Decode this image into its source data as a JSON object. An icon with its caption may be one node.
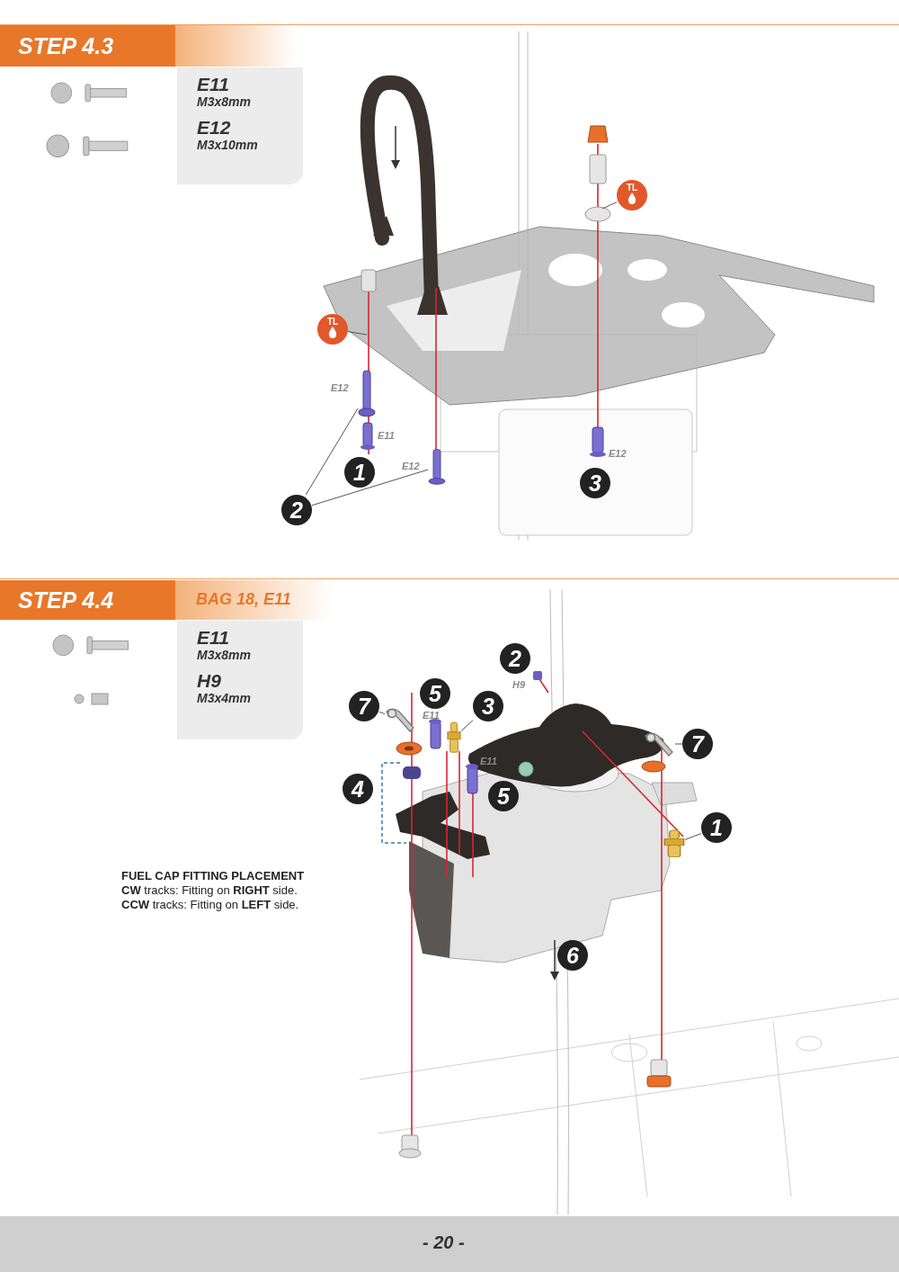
{
  "diagram": {
    "nodes": [
      {
        "text": [
          "STEP 4.3"
        ]
      },
      {
        "text": [
          "E11",
          "M3x8mm",
          "E12",
          "M3x10mm"
        ]
      },
      {
        "text": [
          "TL"
        ]
      },
      {
        "text": [
          "TL"
        ]
      },
      {
        "text": [
          "1"
        ]
      },
      {
        "text": [
          "2"
        ]
      },
      {
        "text": [
          "3"
        ]
      },
      {
        "text": [],
        "shape": "picture"
      },
      {
        "text": [],
        "shape": "picture"
      },
      {
        "text": [
          "STEP 4.4"
        ],
        "beside": [
          "BAG 18, E11"
        ]
      },
      {
        "text": [
          "E11",
          "M3x8mm",
          "H9",
          "M3x4mm"
        ]
      },
      {
        "text": [
          "2"
        ]
      },
      {
        "text": [
          "7"
        ]
      },
      {
        "text": [
          "5"
        ]
      },
      {
        "text": [
          "3"
        ]
      },
      {
        "text": [
          "4"
        ]
      },
      {
        "text": [
          "5"
        ]
      },
      {
        "text": [
          "7"
        ]
      },
      {
        "text": [
          "1"
        ]
      },
      {
        "text": [
          "6"
        ]
      },
      {
        "text": [],
        "shape": "picture"
      },
      {
        "text": [],
        "shape": "picture"
      },
      {
        "text": [],
        "shape": "picture"
      },
      {
        "text": [],
        "shape": "picture"
      }
    ],
    "edges": [
      {
        "from": 5,
        "to": 7,
        "arrow": "none"
      },
      {
        "from": 5,
        "to": 8,
        "arrow": "none"
      },
      {
        "from": 2,
        "to": null,
        "arrow": "none"
      },
      {
        "from": 3,
        "to": null,
        "arrow": "none"
      },
      {
        "from": 12,
        "to": 20,
        "arrow": "none"
      },
      {
        "from": 14,
        "to": 21,
        "arrow": "none"
      },
      {
        "from": 17,
        "to": 22,
        "arrow": "none"
      },
      {
        "from": 18,
        "to": 23,
        "arrow": "none"
      }
    ],
    "labels": [
      "E12",
      "E11",
      "E12",
      "E12",
      "H9",
      "E11",
      "E11",
      "FUEL CAP FITTING PLACEMENT",
      "**CW** tracks: Fitting on **RIGHT** side.",
      "**CCW** tracks: Fitting on **LEFT** side.",
      "- 20 -"
    ]
  }
}
